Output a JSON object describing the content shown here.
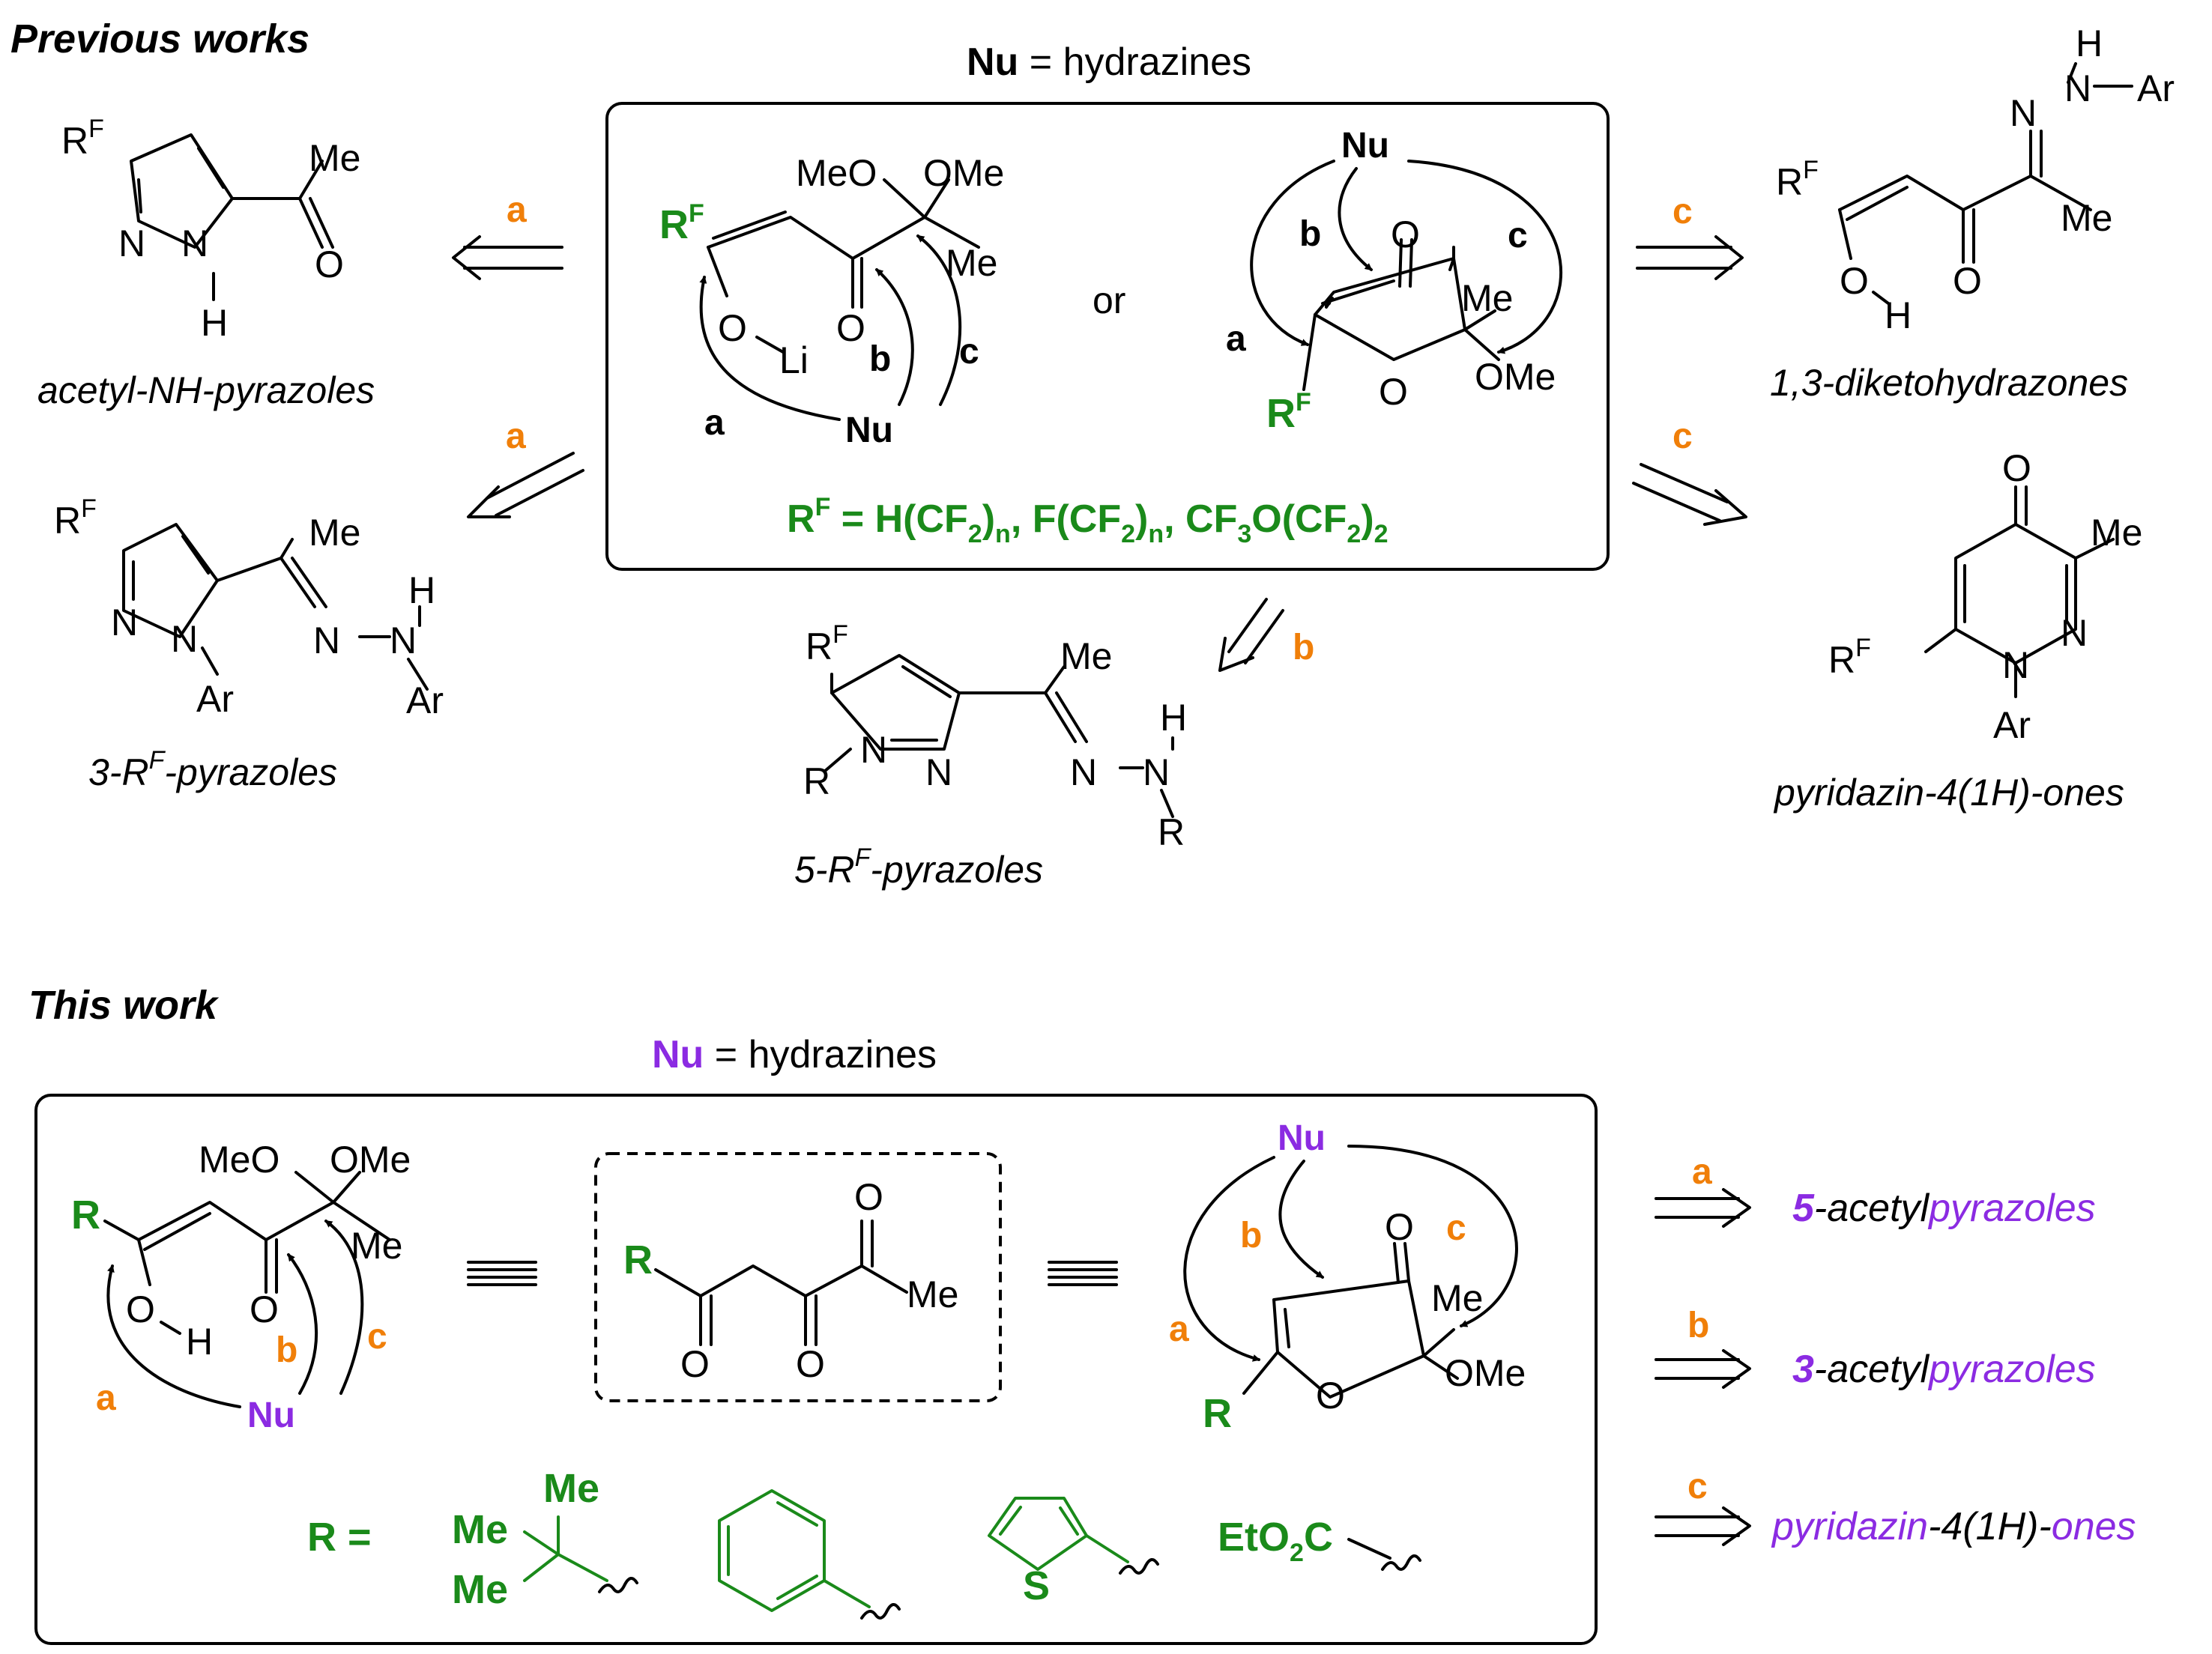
{
  "colors": {
    "orange": "#f07f09",
    "green": "#1a8a1a",
    "purple": "#8b2be2",
    "black": "#000000"
  },
  "headings": {
    "previous": "Previous works",
    "this_work": "This work"
  },
  "top": {
    "nu_bold": "Nu",
    "nu_rest": " = hydrazines",
    "or": "or",
    "rf_def": {
      "pre": "R",
      "sup": "F",
      "body": " = H(CF",
      "s1": "2",
      "mid1": ")",
      "n1": "n",
      "mid2": ", F(CF",
      "s2": "2",
      "mid3": ")",
      "n2": "n",
      "mid4": ", CF",
      "s3": "3",
      "mid5": "O(CF",
      "s4": "2",
      "mid6": ")",
      "s5": "2"
    },
    "enolate": {
      "rf": "R",
      "rf_sup": "F",
      "meo": "MeO",
      "ome": "OMe",
      "me": "Me",
      "o1": "O",
      "li": "Li",
      "o2": "O",
      "nu": "Nu",
      "a": "a",
      "b": "b",
      "c": "c"
    },
    "furanone": {
      "nu": "Nu",
      "a": "a",
      "b": "b",
      "c": "c",
      "o_keto": "O",
      "me": "Me",
      "ome": "OMe",
      "o_ring": "O",
      "rf": "R",
      "rf_sup": "F"
    },
    "arrow_labels": {
      "a1": "a",
      "a2": "a",
      "b": "b",
      "c1": "c",
      "c2": "c"
    },
    "products": {
      "acetyl_nh": {
        "rf": "R",
        "rf_sup": "F",
        "me": "Me",
        "o": "O",
        "n1": "N",
        "n2": "N",
        "h": "H",
        "caption": "acetyl-NH-pyrazoles"
      },
      "rf3": {
        "rf": "R",
        "rf_sup": "F",
        "me": "Me",
        "n1": "N",
        "n2": "N",
        "ar1": "Ar",
        "h": "H",
        "n3": "N",
        "n4": "N",
        "ar2": "Ar",
        "caption_pre": "3-R",
        "caption_sup": "F",
        "caption_post": "-pyrazoles"
      },
      "rf5": {
        "rf": "R",
        "rf_sup": "F",
        "me": "Me",
        "r": "R",
        "n1": "N",
        "n2": "N",
        "h": "H",
        "n3": "N",
        "n4": "N",
        "r2": "R",
        "caption_pre": "5-R",
        "caption_sup": "F",
        "caption_post": "-pyrazoles"
      },
      "diketo": {
        "h": "H",
        "n1": "N",
        "ar": "Ar",
        "n2": "N",
        "rf": "R",
        "rf_sup": "F",
        "me": "Me",
        "o1": "O",
        "h2": "H",
        "o2": "O",
        "caption": "1,3-diketohydrazones"
      },
      "pyridazinone": {
        "o": "O",
        "me": "Me",
        "n1": "N",
        "rf": "R",
        "rf_sup": "F",
        "n2": "N",
        "ar": "Ar",
        "caption": "pyridazin-4(1H)-ones"
      }
    }
  },
  "bottom": {
    "nu_bold": "Nu",
    "nu_rest": " = hydrazines",
    "enol": {
      "r": "R",
      "meo": "MeO",
      "ome": "OMe",
      "me": "Me",
      "o1": "O",
      "h": "H",
      "o2": "O",
      "nu": "Nu",
      "a": "a",
      "b": "b",
      "c": "c"
    },
    "diketone": {
      "r": "R",
      "o1": "O",
      "o2": "O",
      "o3": "O",
      "me": "Me"
    },
    "furanone": {
      "nu": "Nu",
      "a": "a",
      "b": "b",
      "c": "c",
      "o_keto": "O",
      "me": "Me",
      "ome": "OMe",
      "o_ring": "O",
      "r": "R"
    },
    "r_eq": "R =",
    "tbu": {
      "me1": "Me",
      "me2": "Me",
      "me3": "Me"
    },
    "thiophene_s": "S",
    "ester": {
      "pre": "EtO",
      "sub": "2",
      "post": "C"
    },
    "results": [
      {
        "label": "a",
        "num": "5",
        "mid": "-acetyl",
        "end": "pyrazoles"
      },
      {
        "label": "b",
        "num": "3",
        "mid": "-acetyl",
        "end": "pyrazoles"
      },
      {
        "label": "c",
        "p1": "pyridazin",
        "p2": "-4(1",
        "p3": "H",
        "p4": ")-",
        "p5": "ones"
      }
    ]
  }
}
